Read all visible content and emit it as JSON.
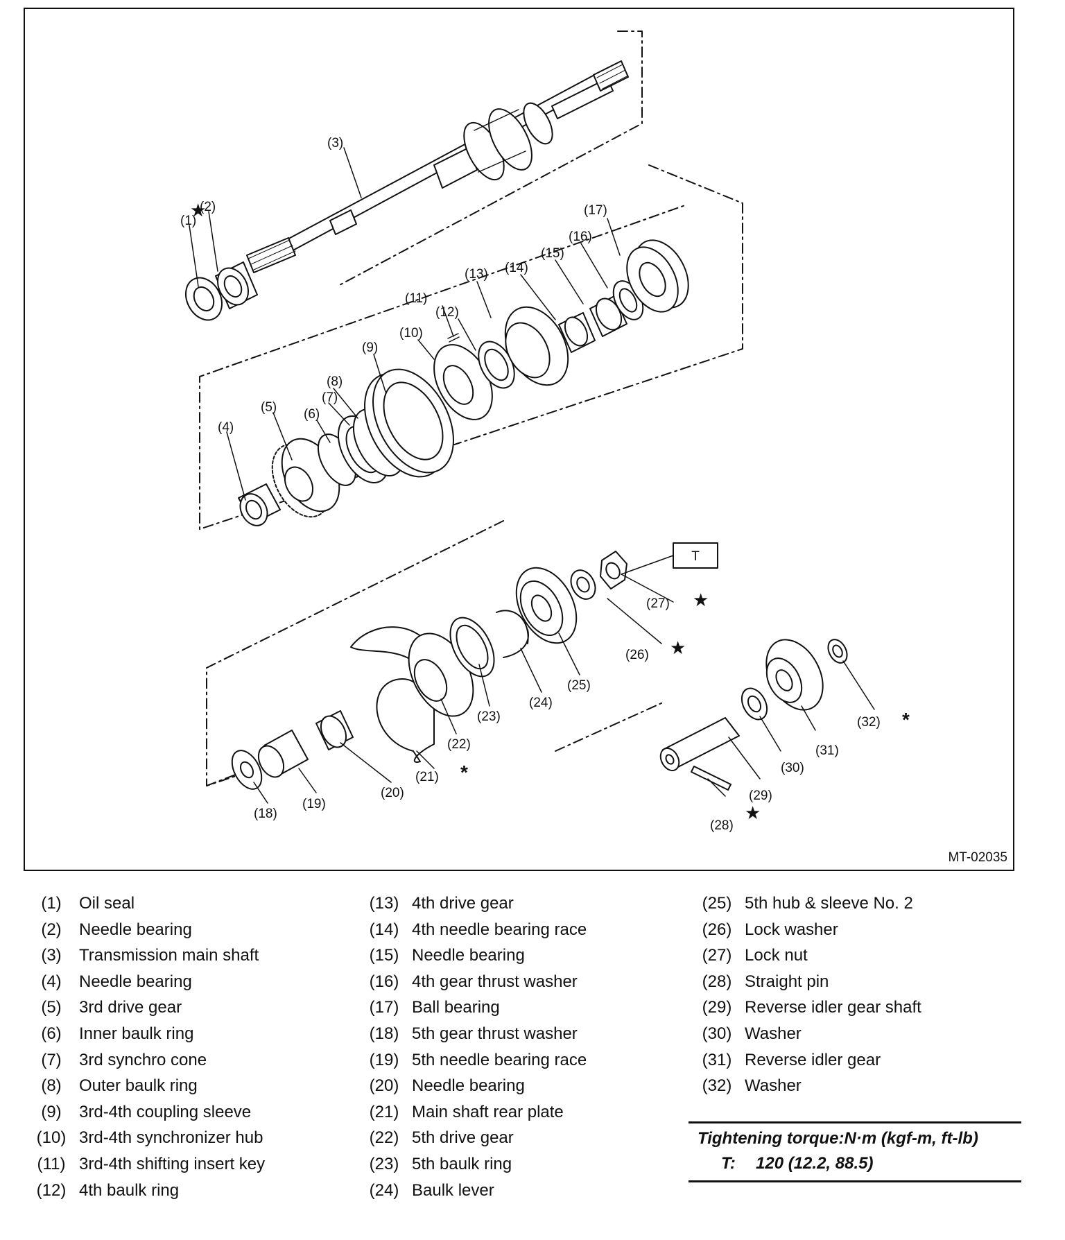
{
  "figure_code": "MT-02035",
  "torque_box_label": "T",
  "callouts": [
    "(1)",
    "(2)",
    "(3)",
    "(4)",
    "(5)",
    "(6)",
    "(7)",
    "(8)",
    "(9)",
    "(10)",
    "(11)",
    "(12)",
    "(13)",
    "(14)",
    "(15)",
    "(16)",
    "(17)",
    "(18)",
    "(19)",
    "(20)",
    "(21)",
    "(22)",
    "(23)",
    "(24)",
    "(25)",
    "(26)",
    "(27)",
    "(28)",
    "(29)",
    "(30)",
    "(31)",
    "(32)"
  ],
  "symbols": {
    "star": "★",
    "asterisk": "*"
  },
  "legend": {
    "col1": [
      {
        "num": "(1)",
        "name": "Oil seal"
      },
      {
        "num": "(2)",
        "name": "Needle bearing"
      },
      {
        "num": "(3)",
        "name": "Transmission main shaft"
      },
      {
        "num": "(4)",
        "name": "Needle bearing"
      },
      {
        "num": "(5)",
        "name": "3rd drive gear"
      },
      {
        "num": "(6)",
        "name": "Inner baulk ring"
      },
      {
        "num": "(7)",
        "name": "3rd synchro cone"
      },
      {
        "num": "(8)",
        "name": "Outer baulk ring"
      },
      {
        "num": "(9)",
        "name": "3rd-4th coupling sleeve"
      },
      {
        "num": "(10)",
        "name": "3rd-4th synchronizer hub"
      },
      {
        "num": "(11)",
        "name": "3rd-4th shifting insert key"
      },
      {
        "num": "(12)",
        "name": "4th baulk ring"
      }
    ],
    "col2": [
      {
        "num": "(13)",
        "name": "4th drive gear"
      },
      {
        "num": "(14)",
        "name": "4th needle bearing race"
      },
      {
        "num": "(15)",
        "name": "Needle bearing"
      },
      {
        "num": "(16)",
        "name": "4th gear thrust washer"
      },
      {
        "num": "(17)",
        "name": "Ball bearing"
      },
      {
        "num": "(18)",
        "name": "5th gear thrust washer"
      },
      {
        "num": "(19)",
        "name": "5th needle bearing race"
      },
      {
        "num": "(20)",
        "name": "Needle bearing"
      },
      {
        "num": "(21)",
        "name": "Main shaft rear plate"
      },
      {
        "num": "(22)",
        "name": "5th drive gear"
      },
      {
        "num": "(23)",
        "name": "5th baulk ring"
      },
      {
        "num": "(24)",
        "name": "Baulk lever"
      }
    ],
    "col3": [
      {
        "num": "(25)",
        "name": "5th hub & sleeve No. 2"
      },
      {
        "num": "(26)",
        "name": "Lock washer"
      },
      {
        "num": "(27)",
        "name": "Lock nut"
      },
      {
        "num": "(28)",
        "name": "Straight pin"
      },
      {
        "num": "(29)",
        "name": "Reverse idler gear shaft"
      },
      {
        "num": "(30)",
        "name": "Washer"
      },
      {
        "num": "(31)",
        "name": "Reverse idler gear"
      },
      {
        "num": "(32)",
        "name": "Washer"
      }
    ]
  },
  "torque": {
    "title": "Tightening torque:N·m (kgf-m, ft-lb)",
    "symbol": "T:",
    "value": "120 (12.2, 88.5)"
  }
}
